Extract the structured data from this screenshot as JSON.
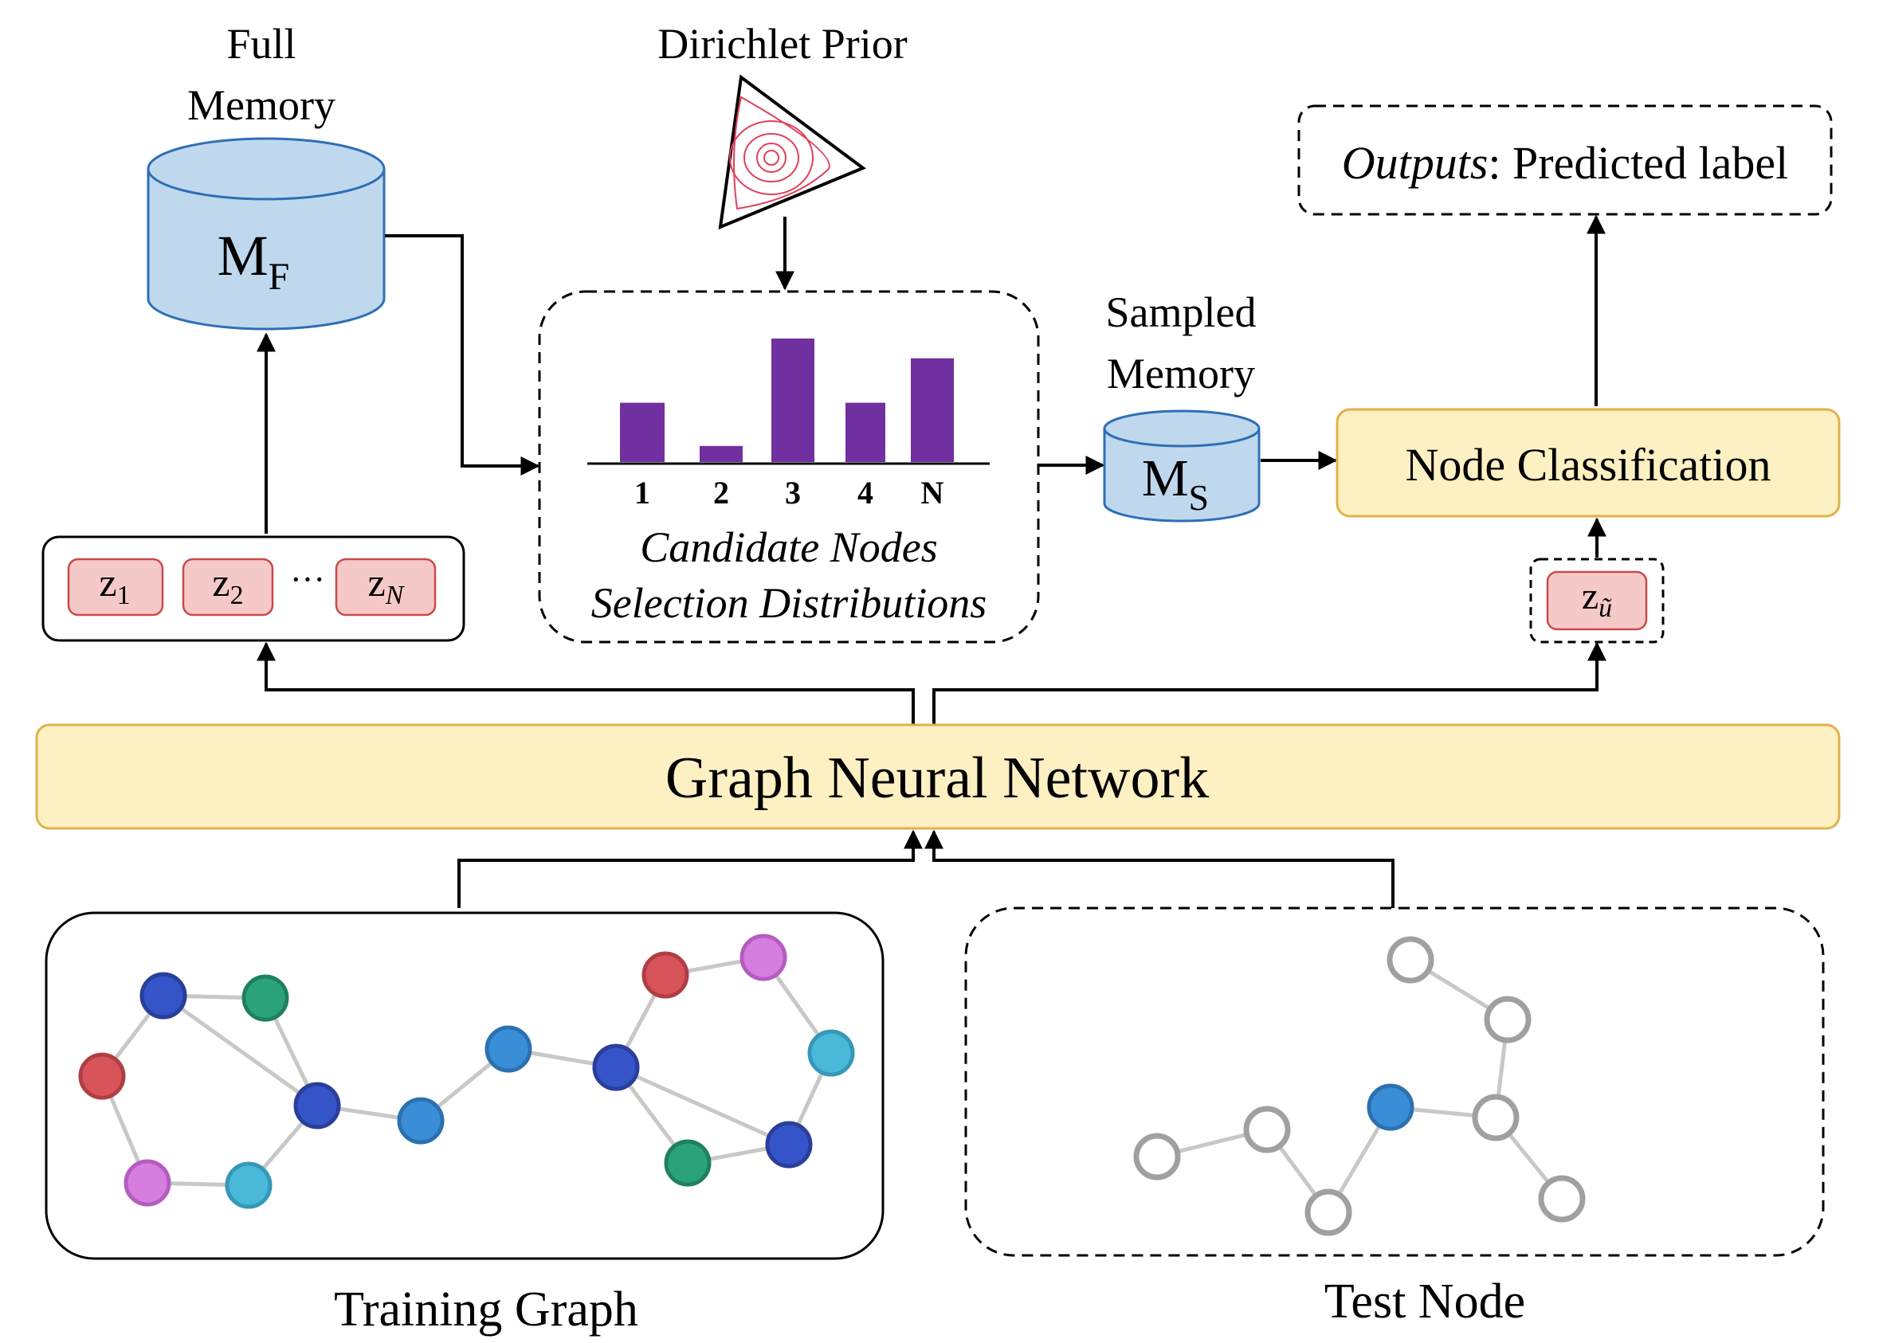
{
  "full_memory": {
    "line1": "Full",
    "line2": "Memory",
    "symbol": "M",
    "subscript": "F"
  },
  "dirichlet": {
    "label": "Dirichlet Prior"
  },
  "outputs": {
    "prefix": "Outputs",
    "text": ": Predicted label"
  },
  "sampled_memory": {
    "line1": "Sampled",
    "line2": "Memory",
    "symbol": "M",
    "subscript": "S"
  },
  "node_classification": {
    "label": "Node Classification"
  },
  "embeddings": {
    "items": [
      {
        "base": "z",
        "sub": "1"
      },
      {
        "base": "z",
        "sub": "2"
      },
      {
        "base": "z",
        "sub": "N"
      }
    ],
    "ellipsis": "···",
    "test": {
      "base": "z",
      "sub": "ũ"
    }
  },
  "candidate": {
    "line1": "Candidate Nodes",
    "line2": "Selection Distributions",
    "chart_data": {
      "type": "bar",
      "categories": [
        "1",
        "2",
        "3",
        "4",
        "N"
      ],
      "values": [
        0.48,
        0.13,
        1.0,
        0.48,
        0.84
      ],
      "title": "",
      "xlabel": "",
      "ylabel": ""
    }
  },
  "gnn": {
    "label": "Graph Neural Network"
  },
  "training_graph": {
    "label": "Training Graph"
  },
  "test_node": {
    "label": "Test Node"
  },
  "colors": {
    "cylinder_fill": "#c0d8ee",
    "cylinder_stroke": "#2e6fb5",
    "yellow_fill": "#fdf0c3",
    "yellow_stroke": "#e0b24a",
    "pink_fill": "#f6c9c9",
    "pink_stroke": "#c94a4a",
    "bar": "#7030a0",
    "node_blue_dark": "#3454c8",
    "node_blue": "#3a8ed8",
    "node_green": "#2aa37a",
    "node_red": "#d9545a",
    "node_pink": "#d67ee0",
    "node_cyan": "#4ab8d8",
    "node_gray": "#a0a0a0",
    "dirichlet": "#e0405a"
  }
}
